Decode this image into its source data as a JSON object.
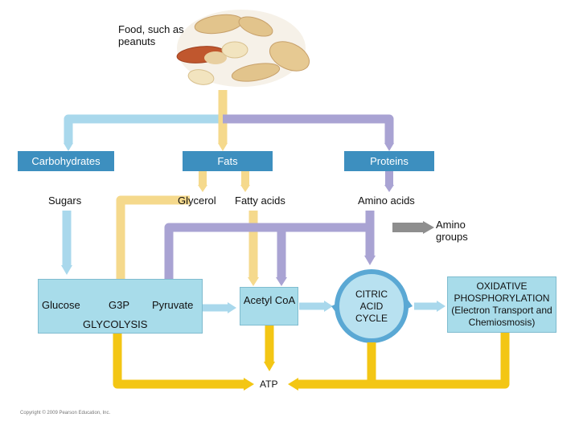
{
  "food": {
    "label": "Food, such as peanuts"
  },
  "categories": {
    "carbohydrates": "Carbohydrates",
    "fats": "Fats",
    "proteins": "Proteins"
  },
  "subunits": {
    "sugars": "Sugars",
    "glycerol": "Glycerol",
    "fatty_acids": "Fatty acids",
    "amino_acids": "Amino acids",
    "amino_groups": "Amino groups"
  },
  "glycolysis": {
    "glucose": "Glucose",
    "g3p": "G3P",
    "pyruvate": "Pyruvate",
    "title": "GLYCOLYSIS"
  },
  "acetyl_coa": "Acetyl CoA",
  "citric_acid_cycle": "CITRIC ACID CYCLE",
  "oxidative_phosphorylation": {
    "title": "OXIDATIVE PHOSPHORYLATION",
    "detail": "(Electron Transport and Chemiosmosis)"
  },
  "atp": "ATP",
  "copyright": "Copyright © 2009 Pearson Education, Inc.",
  "colors": {
    "carb_arrow": "#a9d8ec",
    "fat_arrow": "#f5d98c",
    "protein_arrow": "#a9a3d3",
    "atp_arrow": "#f3c614",
    "dark_box": "#3d8fbf",
    "light_box": "#a8dcea",
    "cycle": "#5aa8d4"
  }
}
